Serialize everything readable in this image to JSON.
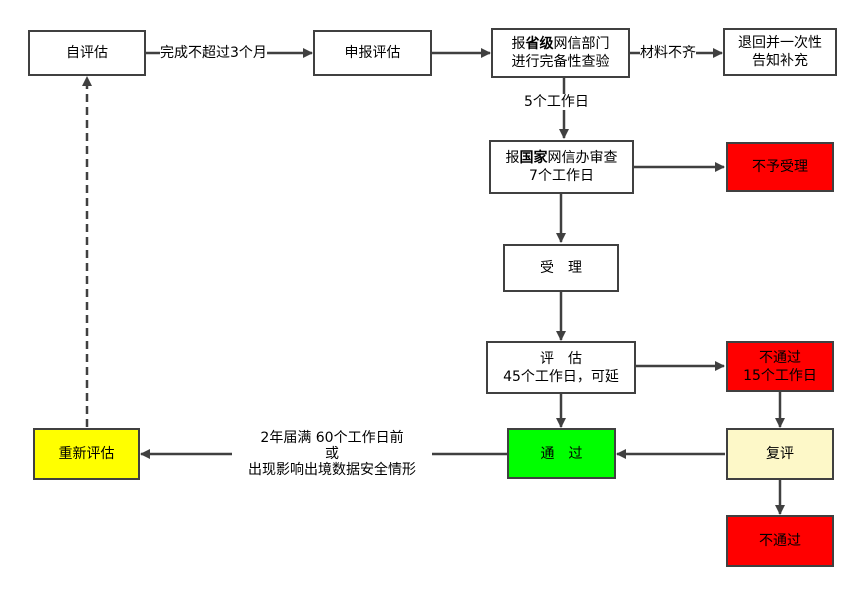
{
  "nodes": {
    "self_assess": {
      "text": "自评估"
    },
    "declare": {
      "text": "申报评估"
    },
    "provincial": {
      "line1_prefix": "报",
      "line1_bold": "省级",
      "line1_suffix": "网信部门",
      "line2": "进行完备性查验"
    },
    "notify": {
      "line1": "退回并一次性",
      "line2": "告知补充"
    },
    "national": {
      "line1_prefix": "报",
      "line1_bold": "国家",
      "line1_suffix": "网信办审查",
      "line2": "7个工作日"
    },
    "reject_accept": {
      "text": "不予受理"
    },
    "accept": {
      "text": "受　理"
    },
    "evaluate": {
      "line1": "评　估",
      "line2": "45个工作日，可延"
    },
    "fail": {
      "line1": "不通过",
      "line2": "15个工作日"
    },
    "pass": {
      "text": "通　过"
    },
    "review": {
      "text": "复评"
    },
    "final_fail": {
      "text": "不通过"
    },
    "reassess": {
      "text": "重新评估"
    }
  },
  "edges": {
    "self_to_declare": "完成不超过3个月",
    "provincial_to_notify": "材料不齐",
    "provincial_to_national": "5个工作日",
    "pass_to_reassess_line1": "2年届满 60个工作日前",
    "pass_to_reassess_line2": "或",
    "pass_to_reassess_line3": "出现影响出境数据安全情形"
  },
  "colors": {
    "red": "#ff0000",
    "green": "#00ff00",
    "yellow": "#ffff00",
    "cream": "#fdf8c8",
    "border": "#404040"
  }
}
